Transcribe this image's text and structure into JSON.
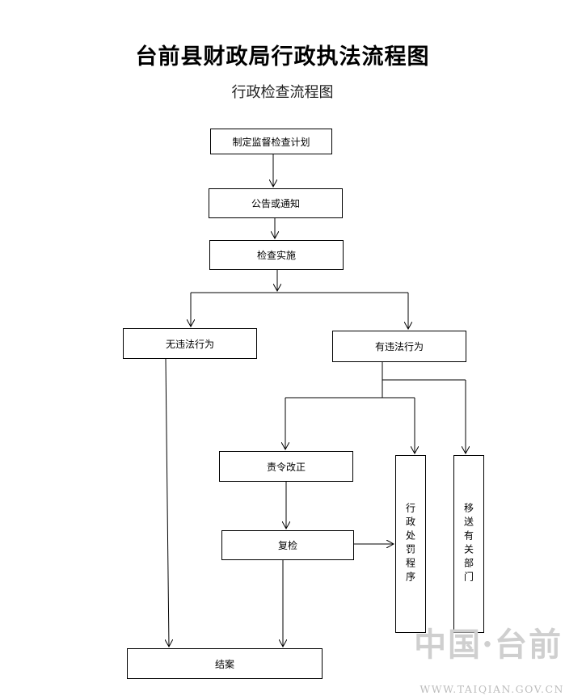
{
  "document": {
    "title": "台前县财政局行政执法流程图",
    "subtitle": "行政检查流程图"
  },
  "flowchart": {
    "nodes": {
      "plan": "制定监督检查计划",
      "notice": "公告或通知",
      "inspect": "检查实施",
      "no_violation": "无违法行为",
      "violation": "有违法行为",
      "rectify": "责令改正",
      "recheck": "复检",
      "penalty": "行政处罚程序",
      "transfer": "移送有关部门",
      "close": "结案"
    }
  },
  "watermark": {
    "logo_text": "中国·台前",
    "url": "WWW.TAIQIAN.GOV.CN"
  }
}
